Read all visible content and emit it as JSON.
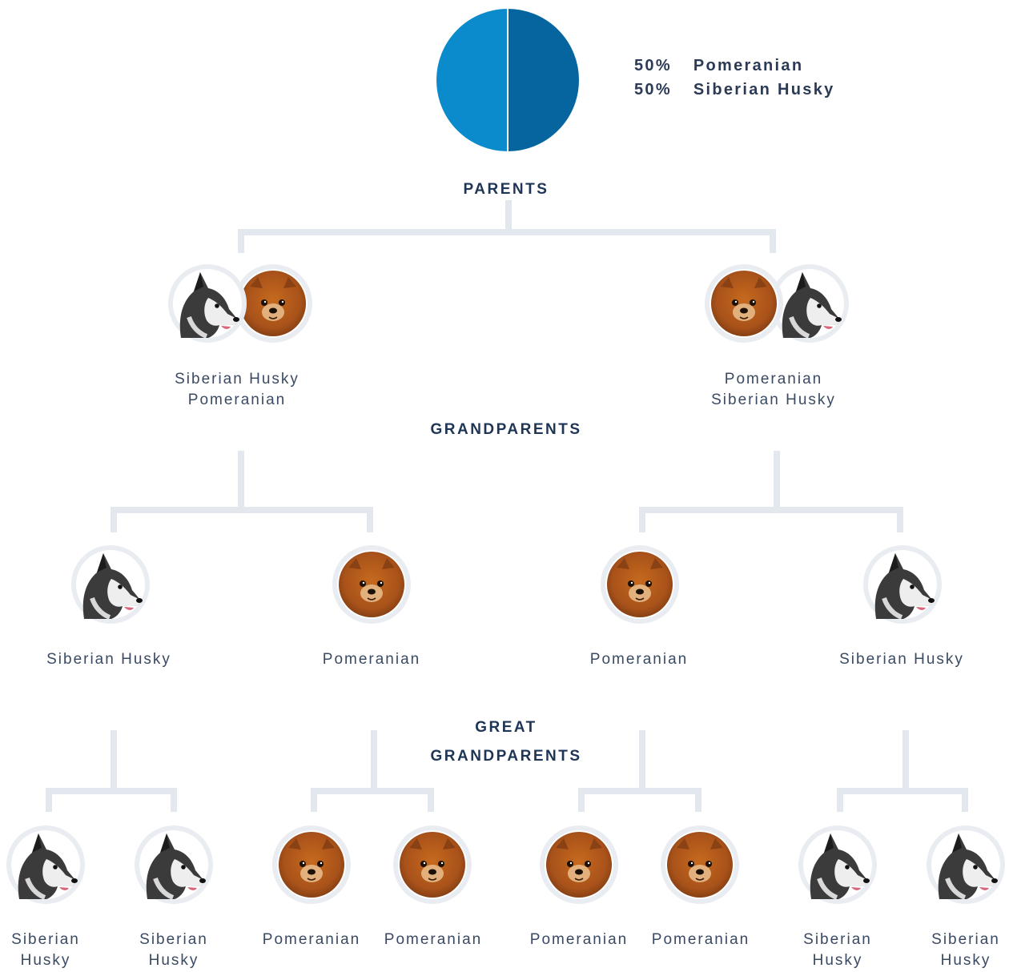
{
  "composition": {
    "chart_data": {
      "type": "pie",
      "slices": [
        {
          "label": "Pomeranian",
          "value": 50,
          "color": "#0b8bcc"
        },
        {
          "label": "Siberian Husky",
          "value": 50,
          "color": "#06649e"
        }
      ]
    },
    "legend": [
      {
        "percent": "50%",
        "breed": "Pomeranian"
      },
      {
        "percent": "50%",
        "breed": "Siberian Husky"
      }
    ]
  },
  "headings": {
    "parents": "PARENTS",
    "grandparents": "GRANDPARENTS",
    "great_line1": "GREAT",
    "great_line2": "GRANDPARENTS"
  },
  "parents": [
    {
      "line1": "Siberian Husky",
      "line2": "Pomeranian",
      "icons": [
        "husky-icon",
        "pomeranian-icon"
      ]
    },
    {
      "line1": "Pomeranian",
      "line2": "Siberian Husky",
      "icons": [
        "pomeranian-icon",
        "husky-icon"
      ]
    }
  ],
  "grandparents": [
    {
      "line1": "Siberian Husky",
      "icon": "husky-icon"
    },
    {
      "line1": "Pomeranian",
      "icon": "pomeranian-icon"
    },
    {
      "line1": "Pomeranian",
      "icon": "pomeranian-icon"
    },
    {
      "line1": "Siberian Husky",
      "icon": "husky-icon"
    }
  ],
  "great_grandparents": [
    {
      "line1": "Siberian",
      "line2": "Husky",
      "icon": "husky-icon"
    },
    {
      "line1": "Siberian",
      "line2": "Husky",
      "icon": "husky-icon"
    },
    {
      "line1": "Pomeranian",
      "line2": "",
      "icon": "pomeranian-icon"
    },
    {
      "line1": "Pomeranian",
      "line2": "",
      "icon": "pomeranian-icon"
    },
    {
      "line1": "Pomeranian",
      "line2": "",
      "icon": "pomeranian-icon"
    },
    {
      "line1": "Pomeranian",
      "line2": "",
      "icon": "pomeranian-icon"
    },
    {
      "line1": "Siberian",
      "line2": "Husky",
      "icon": "husky-icon"
    },
    {
      "line1": "Siberian",
      "line2": "Husky",
      "icon": "husky-icon"
    }
  ]
}
